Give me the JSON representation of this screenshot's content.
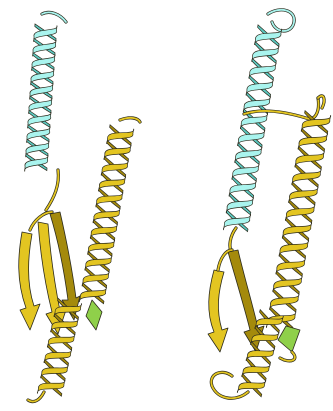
{
  "figure": {
    "panels": [
      {
        "id": "left",
        "depiction": "protein-ribbon",
        "segments": [
          "n-terminal-helix",
          "beta-hairpin",
          "c-terminal-helix"
        ]
      },
      {
        "id": "right",
        "depiction": "protein-ribbon",
        "segments": [
          "n-terminal-helix",
          "loop",
          "c-terminal-helix",
          "beta-hairpin"
        ]
      }
    ]
  },
  "colors": {
    "background": "#ffffff",
    "helix_cyan": "#a9f4ee",
    "helix_cyan_dark": "#5cc8c0",
    "ribbon_gold": "#e3c521",
    "ribbon_gold_dark": "#a48a0c",
    "ribbon_green": "#8fd04a",
    "outline": "#2b2a1c"
  }
}
